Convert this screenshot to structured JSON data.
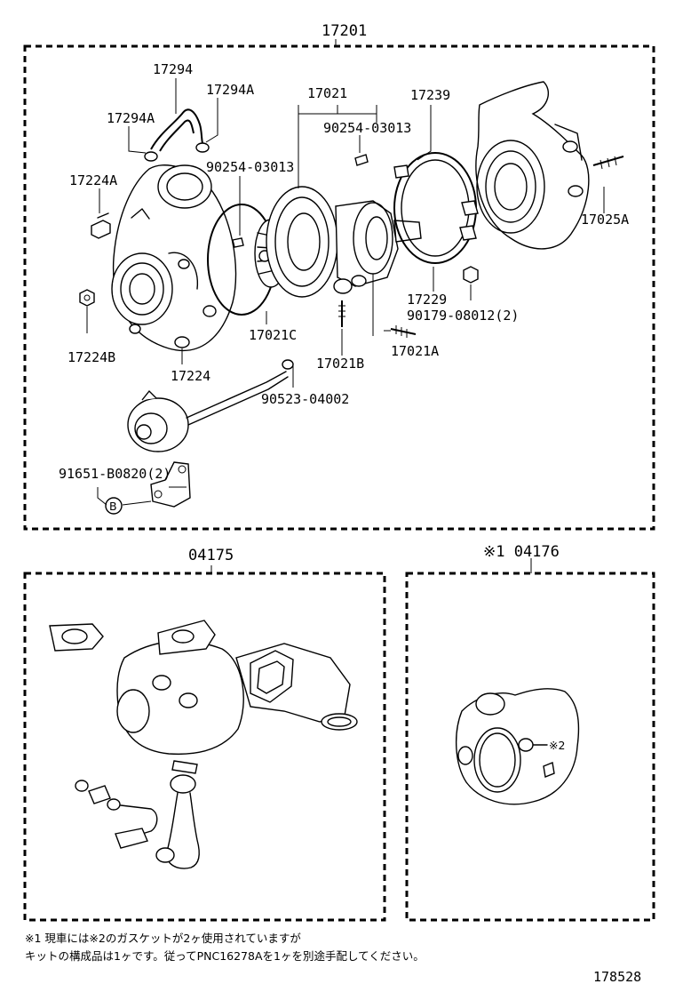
{
  "groups": {
    "main_assembly": "17201",
    "gasket_kit": "04175",
    "gasket_kit_alt": "※1 04176"
  },
  "parts": {
    "p17294": "17294",
    "p17294A_right": "17294A",
    "p17294A_left": "17294A",
    "p17021": "17021",
    "p17239": "17239",
    "p90254_upper": "90254-03013",
    "p90254_lower": "90254-03013",
    "p17224A": "17224A",
    "p17025A": "17025A",
    "p17229": "17229",
    "p90179": "90179-08012(2)",
    "p17224B": "17224B",
    "p17021C": "17021C",
    "p17021B": "17021B",
    "p17021A": "17021A",
    "p17224": "17224",
    "p90523": "90523-04002",
    "p91651": "91651-B0820(2)",
    "ref_b": "B",
    "mark2": "※2"
  },
  "notes": {
    "line1": "※1 現車には※2のガスケットが2ヶ使用されていますが",
    "line2": "キットの構成品は1ヶです。従ってPNC16278Aを1ヶを別途手配してください。"
  },
  "figure_number": "178528"
}
